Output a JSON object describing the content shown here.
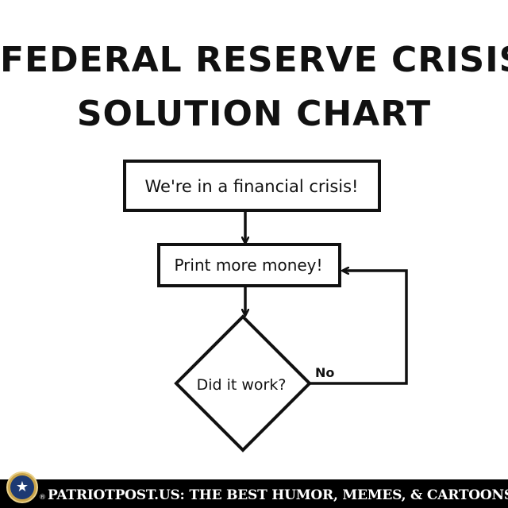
{
  "title": {
    "line1": "FEDERAL RESERVE CRISIS",
    "line2": "SOLUTION CHART"
  },
  "flowchart": {
    "start_box": "We're in a financial crisis!",
    "action_box": "Print more money!",
    "decision": "Did it work?",
    "no_label": "No"
  },
  "footer": {
    "registered_mark": "®",
    "text": "PATRIOTPOST.US: THE BEST HUMOR, MEMES, & CARTOONS",
    "logo_icon": "star-icon"
  },
  "colors": {
    "ink": "#111111",
    "footer_background": "#000000",
    "footer_text": "#ffffff",
    "logo_gold": "#c9a44a",
    "logo_blue": "#1d3a73"
  }
}
